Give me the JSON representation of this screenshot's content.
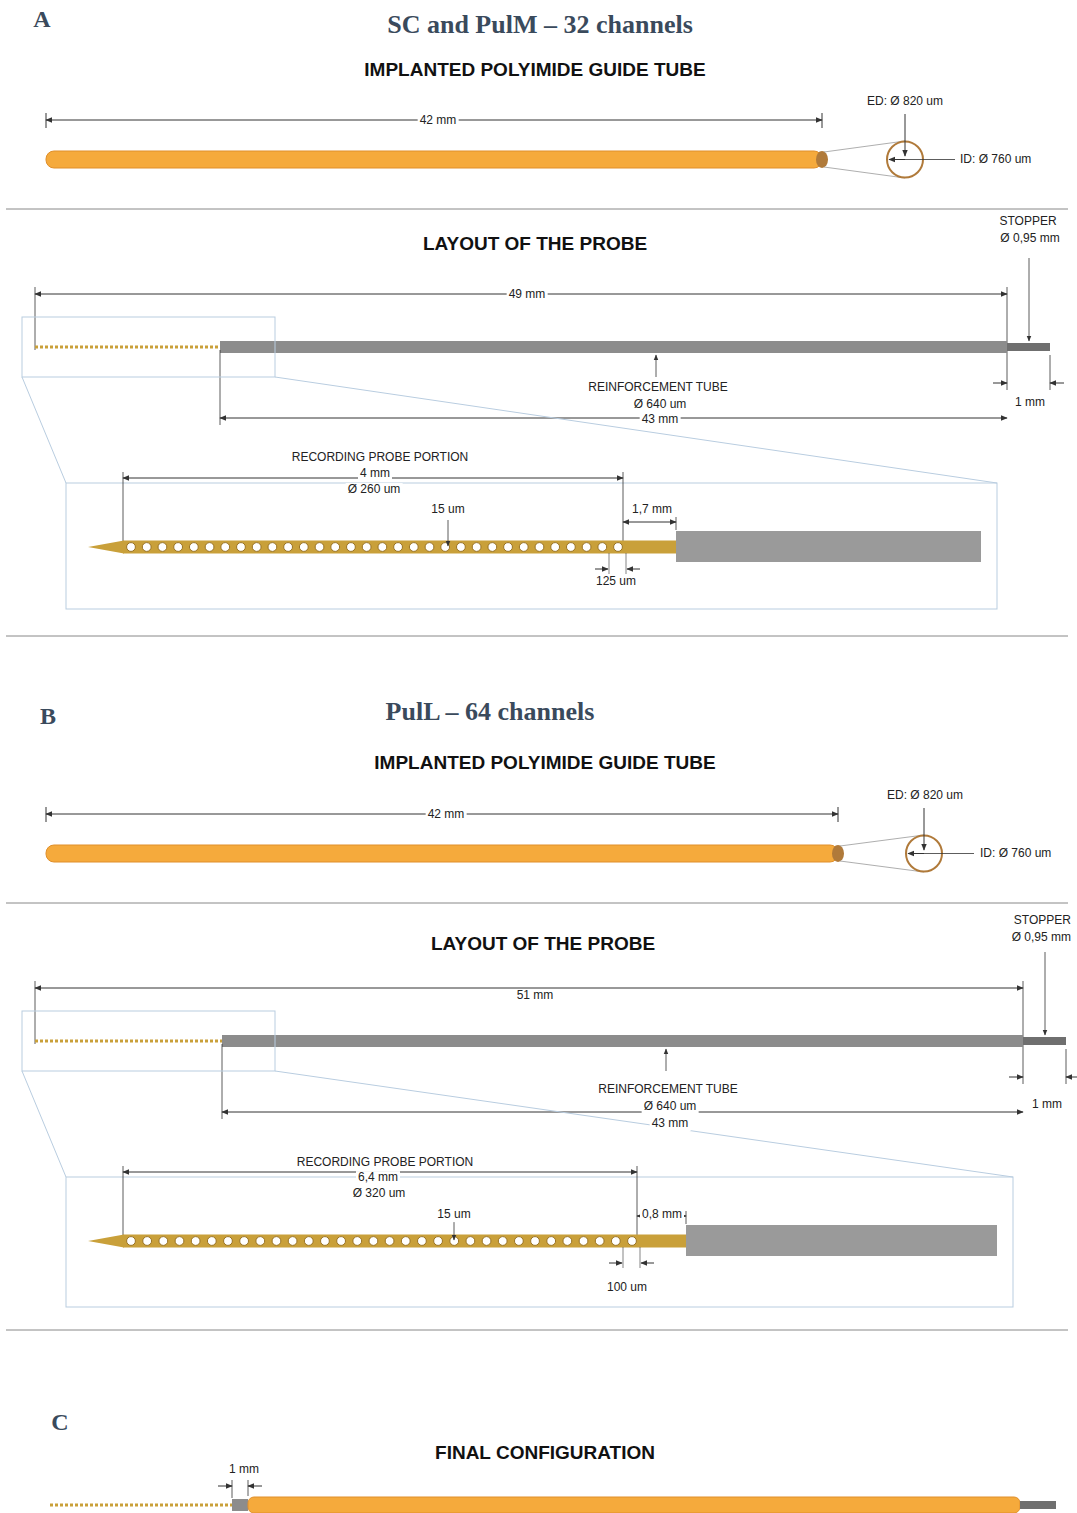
{
  "diagram": {
    "labels": [
      "A",
      "SC and PulM – 32 channels",
      "IMPLANTED POLYIMIDE GUIDE TUBE",
      "42 mm",
      "ED: Ø 820 um",
      "ID: Ø 760 um",
      "LAYOUT OF THE PROBE",
      "STOPPER",
      "Ø 0,95 mm",
      "49 mm",
      "REINFORCEMENT TUBE",
      "Ø 640 um",
      "43 mm",
      "1 mm",
      "RECORDING PROBE PORTION",
      "4 mm",
      "Ø 260 um",
      "15 um",
      "1,7 mm",
      "125 um",
      "B",
      "PulL – 64 channels",
      "IMPLANTED POLYIMIDE GUIDE TUBE",
      "42 mm",
      "ED: Ø 820 um",
      "ID: Ø 760 um",
      "LAYOUT OF THE PROBE",
      "STOPPER",
      "Ø 0,95 mm",
      "51 mm",
      "REINFORCEMENT TUBE",
      "Ø 640 um",
      "43 mm",
      "1 mm",
      "RECORDING PROBE PORTION",
      "6,4 mm",
      "Ø 320 um",
      "15 um",
      "0,8 mm",
      "100 um",
      "C",
      "FINAL CONFIGURATION",
      "1 mm"
    ]
  }
}
